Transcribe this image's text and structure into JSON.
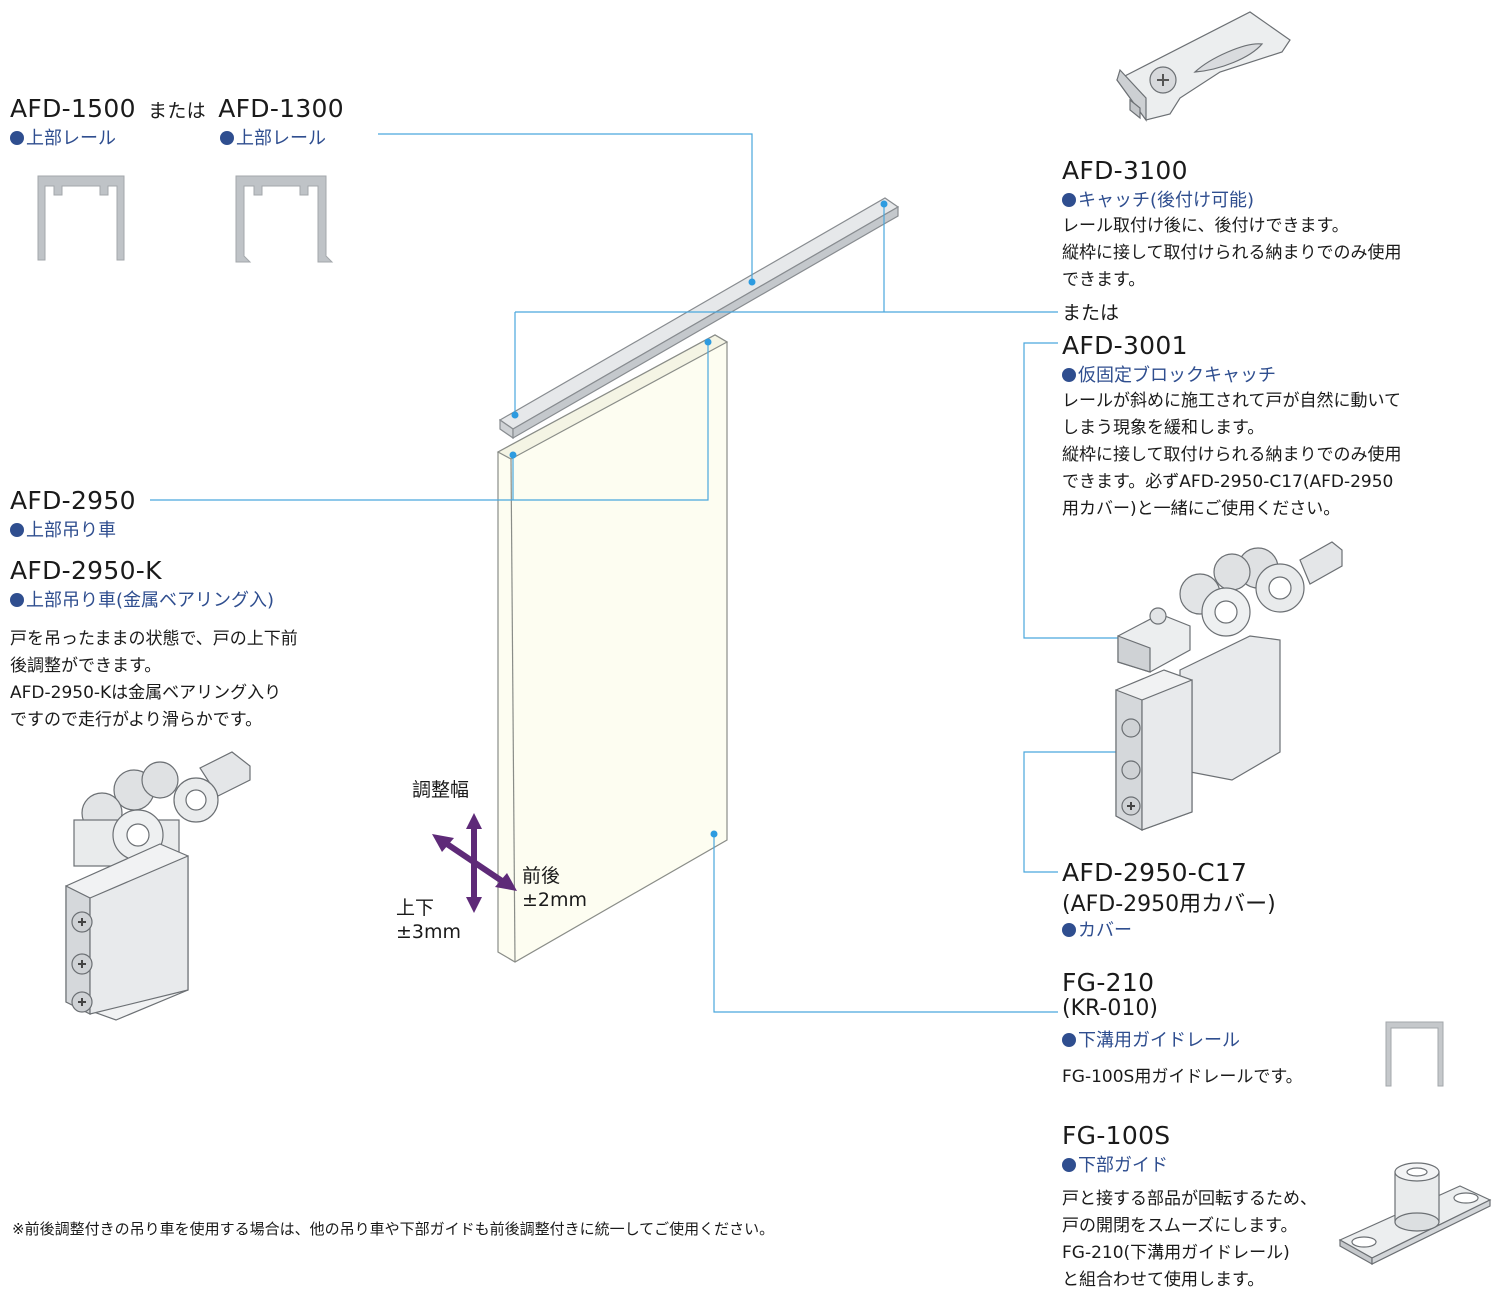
{
  "colors": {
    "leader_line": "#4aa7dd",
    "name_text": "#2f4e8f",
    "door_fill": "#fdfdf1",
    "arrow": "#5e2a78",
    "metal": "#b9bdc1"
  },
  "top_rails": {
    "code_1500": "AFD-1500",
    "or_word": "または",
    "code_1300": "AFD-1300",
    "name_1500": "上部レール",
    "name_1300": "上部レール"
  },
  "hanger": {
    "code": "AFD-2950",
    "name": "上部吊り車",
    "code_k": "AFD-2950-K",
    "name_k": "上部吊り車(金属ベアリング入)",
    "desc": [
      "戸を吊ったままの状態で、戸の上下前",
      "後調整ができます。",
      "AFD-2950-Kは金属ベアリング入り",
      "ですので走行がより滑らかです。"
    ]
  },
  "catch": {
    "code": "AFD-3100",
    "name": "キャッチ(後付け可能)",
    "desc": [
      "レール取付け後に、後付けできます。",
      "縦枠に接して取付けられる納まりでのみ使用",
      "できます。"
    ]
  },
  "or_text": "または",
  "block_catch": {
    "code": "AFD-3001",
    "name": "仮固定ブロックキャッチ",
    "desc": [
      "レールが斜めに施工されて戸が自然に動いて",
      "しまう現象を緩和します。",
      "縦枠に接して取付けられる納まりでのみ使用",
      "できます。必ずAFD-2950-C17(AFD-2950",
      "用カバー)と一緒にご使用ください。"
    ]
  },
  "cover": {
    "code": "AFD-2950-C17",
    "sub": "(AFD-2950用カバー)",
    "name": "カバー"
  },
  "guide_rail": {
    "code": "FG-210",
    "sub": "(KR-010)",
    "name": "下溝用ガイドレール",
    "desc": "FG-100S用ガイドレールです。"
  },
  "bottom_guide": {
    "code": "FG-100S",
    "name": "下部ガイド",
    "desc": [
      "戸と接する部品が回転するため、",
      "戸の開閉をスムーズにします。",
      "FG-210(下溝用ガイドレール)",
      "と組合わせて使用します。"
    ]
  },
  "adjust": {
    "title": "調整幅",
    "front_back": [
      "前後",
      "±2mm"
    ],
    "up_down": [
      "上下",
      "±3mm"
    ]
  },
  "footnote": "※前後調整付きの吊り車を使用する場合は、他の吊り車や下部ガイドも前後調整付きに統一してご使用ください。"
}
